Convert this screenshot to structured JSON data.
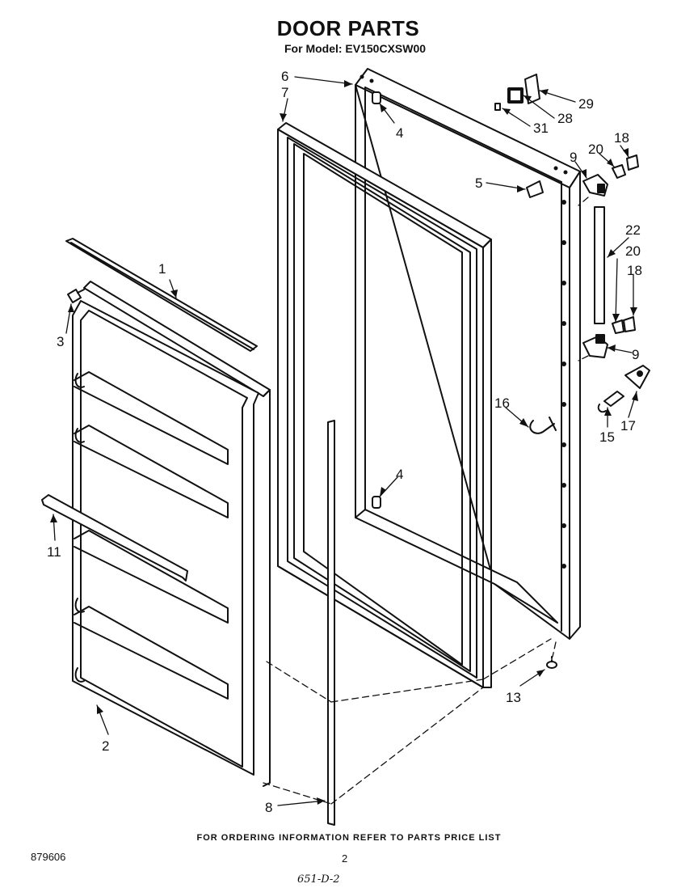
{
  "header": {
    "title": "DOOR PARTS",
    "model": "For Model: EV150CXSW00"
  },
  "callouts": [
    {
      "id": "c29",
      "text": "29"
    },
    {
      "id": "c28",
      "text": "28"
    },
    {
      "id": "c31",
      "text": "31"
    },
    {
      "id": "c6",
      "text": "6"
    },
    {
      "id": "c7",
      "text": "7"
    },
    {
      "id": "c4a",
      "text": "4"
    },
    {
      "id": "c5",
      "text": "5"
    },
    {
      "id": "c18a",
      "text": "18"
    },
    {
      "id": "c20a",
      "text": "20"
    },
    {
      "id": "c9a",
      "text": "9"
    },
    {
      "id": "c22",
      "text": "22"
    },
    {
      "id": "c20b",
      "text": "20"
    },
    {
      "id": "c18b",
      "text": "18"
    },
    {
      "id": "c9b",
      "text": "9"
    },
    {
      "id": "c1",
      "text": "1"
    },
    {
      "id": "c3",
      "text": "3"
    },
    {
      "id": "c16",
      "text": "16"
    },
    {
      "id": "c17",
      "text": "17"
    },
    {
      "id": "c15",
      "text": "15"
    },
    {
      "id": "c4b",
      "text": "4"
    },
    {
      "id": "c11",
      "text": "11"
    },
    {
      "id": "c13",
      "text": "13"
    },
    {
      "id": "c2",
      "text": "2"
    },
    {
      "id": "c8",
      "text": "8"
    }
  ],
  "footer": {
    "note": "FOR ORDERING INFORMATION REFER TO PARTS PRICE LIST",
    "doc_number": "879606",
    "page": "2",
    "handwritten": "651-D-2"
  }
}
